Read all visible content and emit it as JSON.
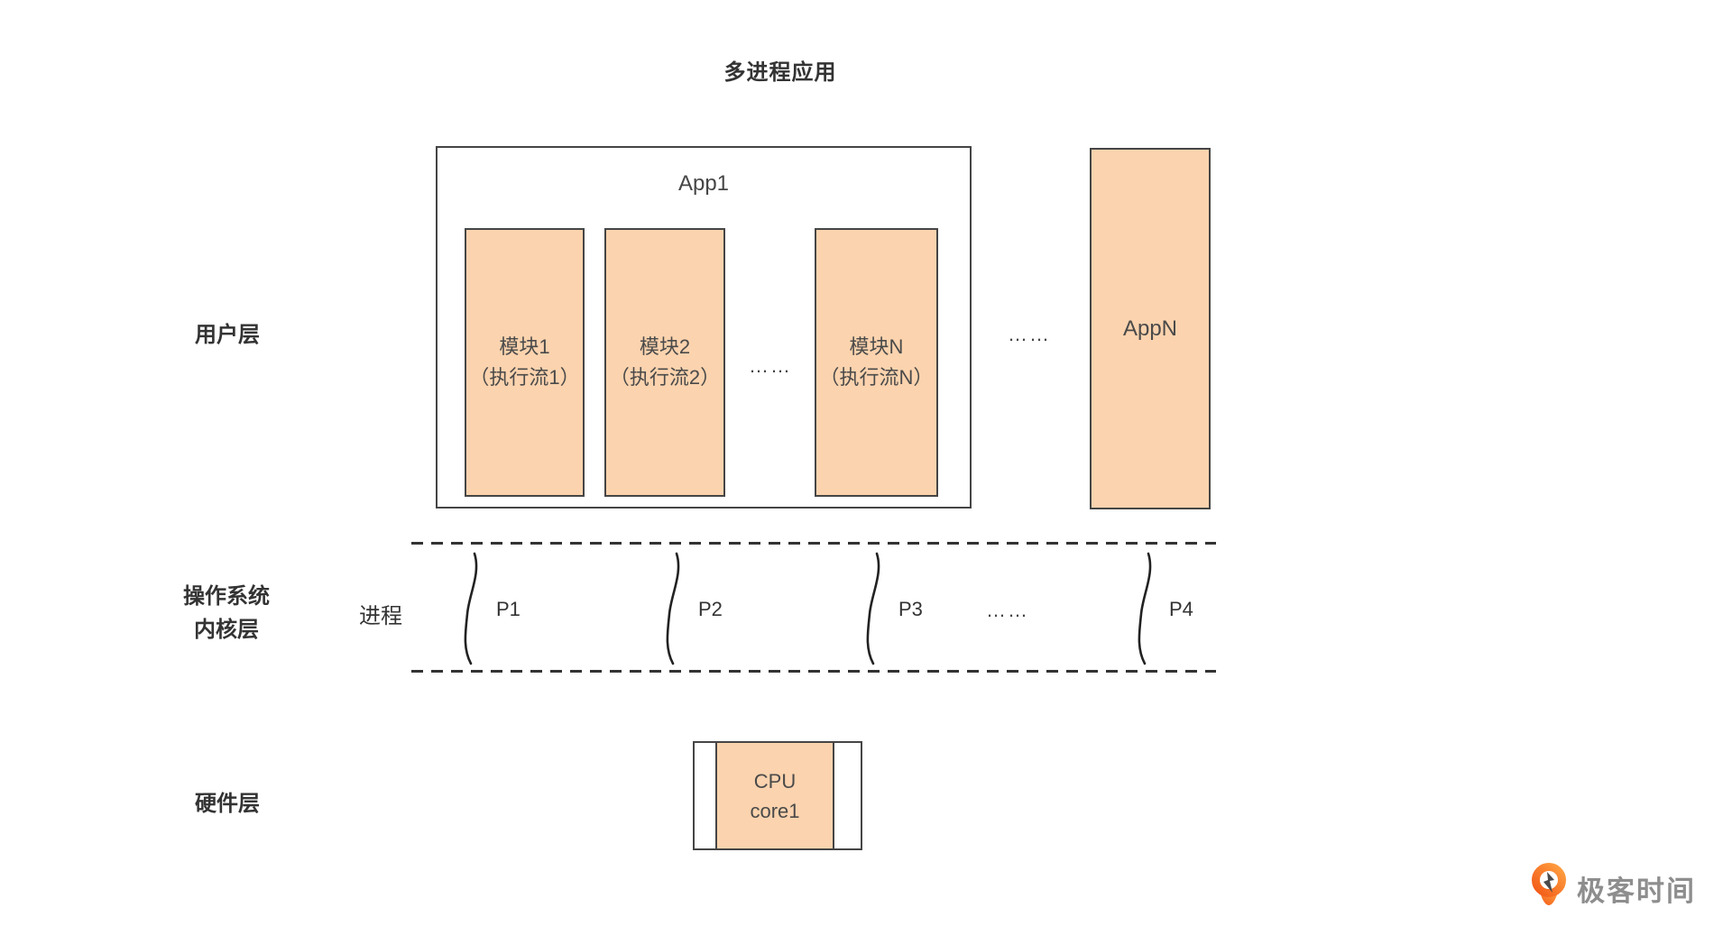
{
  "title": "多进程应用",
  "labels": {
    "user_layer": "用户层",
    "kernel_layer_line1": "操作系统",
    "kernel_layer_line2": "内核层",
    "hardware_layer": "硬件层",
    "process": "进程"
  },
  "user_layer": {
    "app1": {
      "label": "App1",
      "modules": [
        {
          "line1": "模块1",
          "line2": "（执行流1）"
        },
        {
          "line1": "模块2",
          "line2": "（执行流2）"
        },
        {
          "line1": "模块N",
          "line2": "（执行流N）"
        }
      ],
      "ellipsis": "……"
    },
    "apps_ellipsis": "……",
    "appn_label": "AppN"
  },
  "kernel_layer": {
    "processes": [
      "P1",
      "P2",
      "P3",
      "P4"
    ],
    "ellipsis": "……"
  },
  "hardware_layer": {
    "cpu_line1": "CPU",
    "cpu_line2": "core1"
  },
  "logo": {
    "text": "极客时间"
  },
  "colors": {
    "box_fill": "#fbd3ae",
    "box_border": "#454545",
    "dashed_line": "#333333",
    "logo_orange": "#f4671d",
    "logo_text": "#8e8e8e"
  }
}
